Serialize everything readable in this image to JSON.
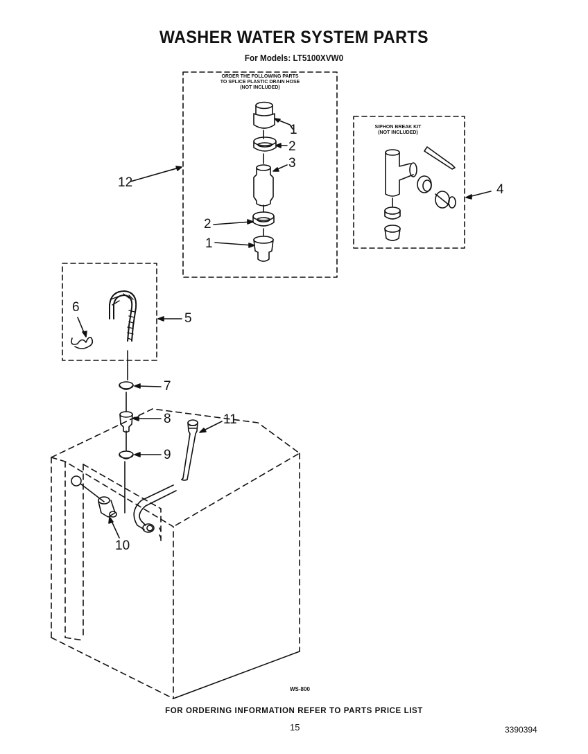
{
  "header": {
    "title": "WASHER WATER SYSTEM PARTS",
    "subtitle": "For Models: LT5100XVW0"
  },
  "splice_box": {
    "note_line1": "ORDER THE FOLLOWING PARTS",
    "note_line2": "TO SPLICE PLASTIC DRAIN HOSE",
    "note_line3": "(NOT INCLUDED)"
  },
  "siphon_box": {
    "note_line1": "SIPHON BREAK KIT",
    "note_line2": "(NOT INCLUDED)"
  },
  "callouts": {
    "c1a": "1",
    "c2a": "2",
    "c3": "3",
    "c2b": "2",
    "c1b": "1",
    "c4": "4",
    "c5": "5",
    "c6": "6",
    "c7": "7",
    "c8": "8",
    "c9": "9",
    "c10": "10",
    "c11": "11",
    "c12": "12"
  },
  "footer": {
    "drawing_code": "WS-800",
    "order_note": "FOR ORDERING INFORMATION REFER TO PARTS PRICE LIST",
    "page_number": "15",
    "part_number": "3390394"
  }
}
